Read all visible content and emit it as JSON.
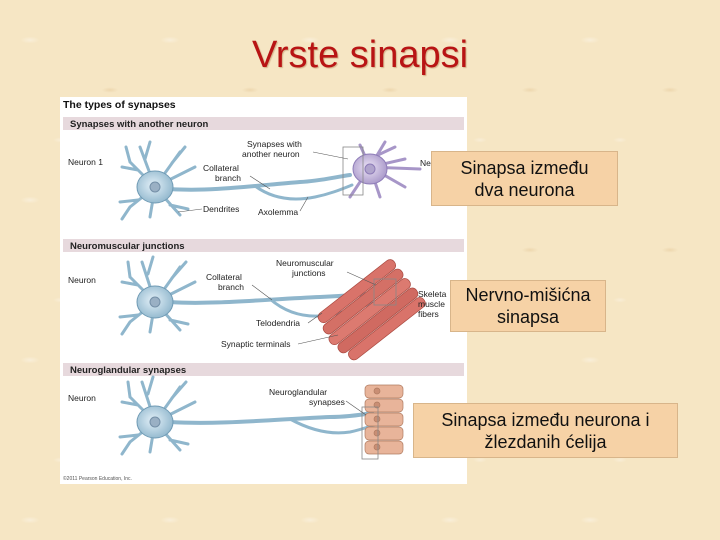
{
  "slide": {
    "title": "Vrste sinapsi"
  },
  "figure": {
    "title": "The types of synapses",
    "copyright": "©2011 Pearson Education, Inc.",
    "panels": [
      {
        "header": "Synapses with another neuron",
        "left_label": "Neuron 1",
        "labels": {
          "synapses": "Synapses with",
          "synapses2": "another neuron",
          "collateral": "Collateral",
          "collateral2": "branch",
          "dendrites": "Dendrites",
          "axolemma": "Axolemma",
          "right_label": "Ne"
        }
      },
      {
        "header": "Neuromuscular junctions",
        "left_label": "Neuron",
        "labels": {
          "nmj": "Neuromuscular",
          "nmj2": "junctions",
          "collateral": "Collateral",
          "collateral2": "branch",
          "telodendria": "Telodendria",
          "terminals": "Synaptic terminals",
          "skeletal": "Skeleta",
          "muscle": "muscle",
          "fibers": "fibers"
        }
      },
      {
        "header": "Neuroglandular synapses",
        "left_label": "Neuron",
        "labels": {
          "ng": "Neuroglandular",
          "ng2": "synapses"
        }
      }
    ]
  },
  "callouts": [
    {
      "line1": "Sinapsa između",
      "line2": "dva neurona"
    },
    {
      "line1": "Nervno-mišićna",
      "line2": "sinapsa"
    },
    {
      "line1": "Sinapsa između neurona i",
      "line2": "žlezdanih ćelija"
    }
  ],
  "colors": {
    "title_red": "#b81414",
    "callout_fill": "#f6d2a6",
    "neuron_blue": "#a9c9dc",
    "target_neuron": "#b8a8d0",
    "muscle": "#d9736a",
    "gland": "#e8b49a",
    "panel_header": "#e7d9dd"
  }
}
